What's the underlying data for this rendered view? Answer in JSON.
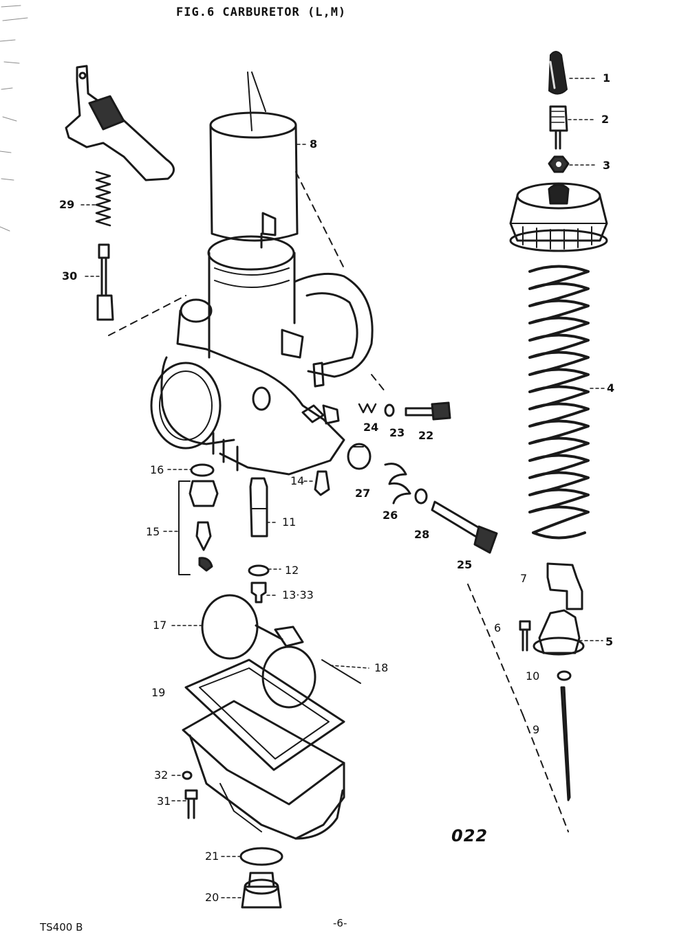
{
  "title": "FIG.6  CARBURETOR (L,M)",
  "diagram_code": "022",
  "model": "TS400 B",
  "page_number": "-6-",
  "part_numbers": [
    "1",
    "2",
    "3",
    "4",
    "5",
    "6",
    "7",
    "8",
    "9",
    "10",
    "11",
    "12",
    "13·33",
    "14",
    "15",
    "16",
    "17",
    "18",
    "19",
    "20",
    "21",
    "22",
    "23",
    "24",
    "25",
    "26",
    "27",
    "28",
    "29",
    "30",
    "31",
    "32"
  ],
  "colors": {
    "ink": "#1a1a1a",
    "paper": "#ffffff"
  }
}
